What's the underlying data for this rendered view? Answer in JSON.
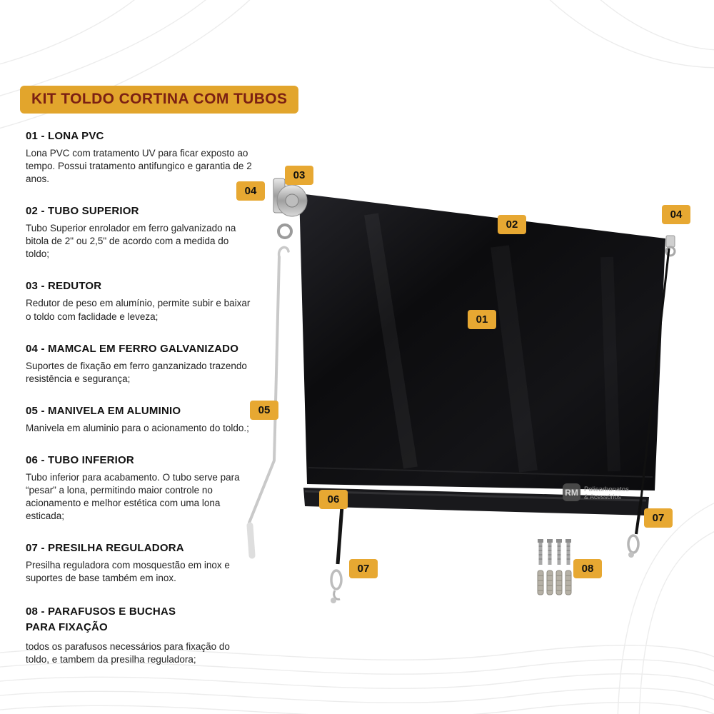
{
  "title": "KIT TOLDO CORTINA COM TUBOS",
  "colors": {
    "badge_yellow": "#E7A832",
    "title_background": "#E2A52C",
    "title_text": "#7B2013",
    "canvas_black": "#0c0c0e"
  },
  "parts": [
    {
      "heading": "01 - LONA PVC",
      "description": "Lona PVC com tratamento UV para ficar exposto ao tempo. Possui tratamento antifungico e garantia de 2 anos."
    },
    {
      "heading": "02 - TUBO SUPERIOR",
      "description": "Tubo Superior enrolador em ferro galvanizado na bitola de 2\" ou 2,5\" de acordo com a medida do toldo;"
    },
    {
      "heading": "03 - REDUTOR",
      "description": "Redutor de peso em alumínio, permite subir e baixar o toldo com faclidade e leveza;"
    },
    {
      "heading": "04 - MAMCAL  EM FERRO GALVANIZADO",
      "description": "Suportes de fixação em ferro ganzanizado trazendo resistência e segurança;"
    },
    {
      "heading": "05 - MANIVELA EM ALUMINIO",
      "description": "Manivela em aluminio para o acionamento do toldo.;"
    },
    {
      "heading": "06 - TUBO INFERIOR",
      "description": "Tubo inferior para acabamento. O tubo serve para “pesar” a lona, permitindo maior controle no acionamento e melhor estética com uma lona esticada;"
    },
    {
      "heading": "07 - PRESILHA REGULADORA",
      "description": "Presilha reguladora com mosquestão em inox e suportes de base também em inox."
    },
    {
      "heading": "08 - PARAFUSOS E BUCHAS PARA FIXAÇÃO",
      "description": "todos os parafusos necessários para fixação do toldo, e tambem da presilha reguladora;"
    }
  ],
  "badges": {
    "b01": "01",
    "b02": "02",
    "b03": "03",
    "b04_left": "04",
    "b04_right": "04",
    "b05": "05",
    "b06": "06",
    "b07_bottom": "07",
    "b07_right": "07",
    "b08": "08"
  },
  "watermark": {
    "logo": "RM",
    "line1": "Policarbonatos",
    "line2": "& Acessórios"
  }
}
